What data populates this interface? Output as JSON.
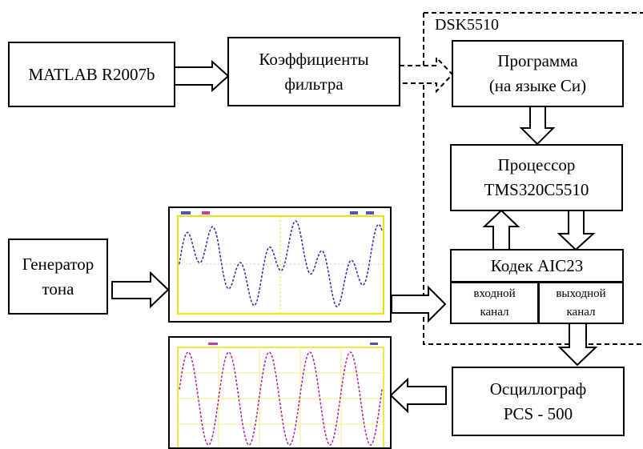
{
  "dsk": {
    "label": "DSK5510"
  },
  "blocks": {
    "matlab": "MATLAB R2007b",
    "coeffs": [
      "Коэффициенты",
      "фильтра"
    ],
    "program": [
      "Программа",
      "(на языке Си)"
    ],
    "processor": [
      "Процессор",
      "TMS320C5510"
    ],
    "codec": "Кодек AIC23",
    "input_channel": [
      "входной",
      "канал"
    ],
    "output_channel": [
      "выходной",
      "канал"
    ],
    "generator": [
      "Генератор",
      "тона"
    ],
    "oscilloscope": [
      "Осциллограф",
      "PCS - 500"
    ]
  },
  "colors": {
    "stroke": "#000000",
    "trace_input": "#2a2aa8",
    "trace_output": "#b0209c",
    "grid_input": "#e6e600",
    "grid_output": "#e6e600"
  }
}
